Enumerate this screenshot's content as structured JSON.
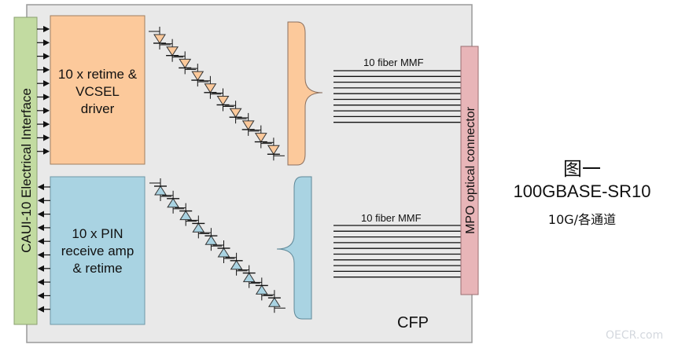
{
  "module": {
    "name": "CFP",
    "fill": "#e9e9e9"
  },
  "electrical_interface": {
    "label": "CAUI-10 Electrical Interface",
    "fill": "#c2dba1"
  },
  "transmitter": {
    "label_lines": [
      "10 x retime &",
      "VCSEL",
      "driver"
    ],
    "fill": "#fcc99b",
    "lanes": 10
  },
  "receiver": {
    "label_lines": [
      "10 x PIN",
      "receive amp",
      "& retime"
    ],
    "fill": "#a9d3e2",
    "lanes": 10
  },
  "tx_fiber": {
    "label": "10 fiber MMF",
    "count": 10
  },
  "rx_fiber": {
    "label": "10 fiber MMF",
    "count": 10
  },
  "optical_connector": {
    "label": "MPO optical connector",
    "fill": "#e8b5b8"
  },
  "caption": {
    "title": "图一",
    "standard": "100GBASE-SR10",
    "note": "10G/各通道"
  },
  "watermark": "OECR.com"
}
